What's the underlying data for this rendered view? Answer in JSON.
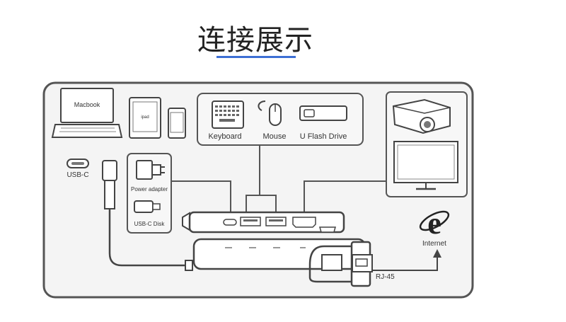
{
  "title": "连接展示",
  "colors": {
    "accent": "#3d6fd4",
    "line": "#555555",
    "panel": "#f2f2f2"
  },
  "devices": {
    "laptop": "Macbook",
    "tablet": "ipad",
    "keyboard": "Keyboard",
    "mouse": "Mouse",
    "flash": "U Flash Drive",
    "usbc": "USB-C",
    "power": "Power adapter",
    "disk": "USB-C Disk",
    "internet": "Internet",
    "rj45": "RJ-45"
  }
}
